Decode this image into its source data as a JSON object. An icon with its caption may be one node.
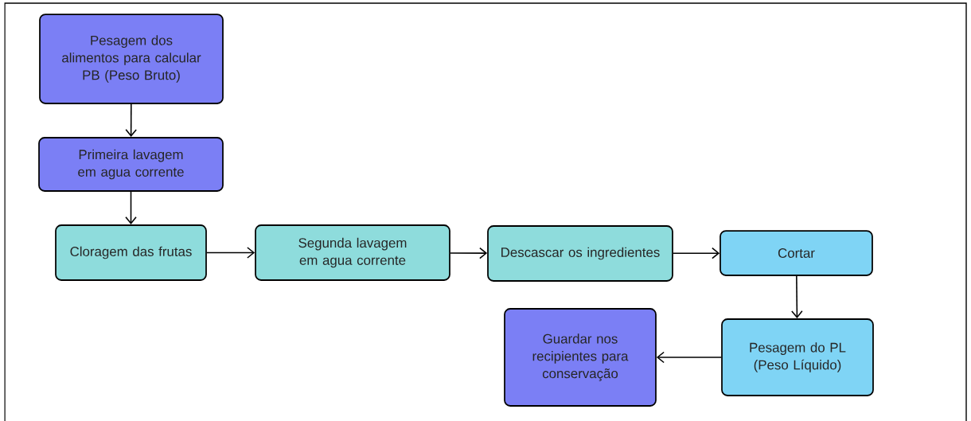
{
  "diagram": {
    "nodes": [
      {
        "text": [
          "Pesagem dos alimentos para calcular PB (Peso Bruto)"
        ]
      },
      {
        "text": [
          "Primeira lavagem em agua corrente"
        ]
      },
      {
        "text": [
          "Cloragem das frutas"
        ]
      },
      {
        "text": [
          "Segunda lavagem em agua corrente"
        ]
      },
      {
        "text": [
          "Descascar os ingredientes"
        ]
      },
      {
        "text": [
          "Cortar"
        ]
      },
      {
        "text": [
          "Pesagem do PL (Peso Líquido)"
        ]
      },
      {
        "text": [
          "Guardar nos recipientes para conservação"
        ]
      }
    ],
    "edges": [
      {
        "from": 0,
        "to": 1,
        "arrow": "to"
      },
      {
        "from": 1,
        "to": 2,
        "arrow": "to"
      },
      {
        "from": 2,
        "to": 3,
        "arrow": "to"
      },
      {
        "from": 3,
        "to": 4,
        "arrow": "to"
      },
      {
        "from": 4,
        "to": 5,
        "arrow": "to"
      },
      {
        "from": 5,
        "to": 6,
        "arrow": "to"
      },
      {
        "from": 6,
        "to": 7,
        "arrow": "to"
      }
    ]
  }
}
